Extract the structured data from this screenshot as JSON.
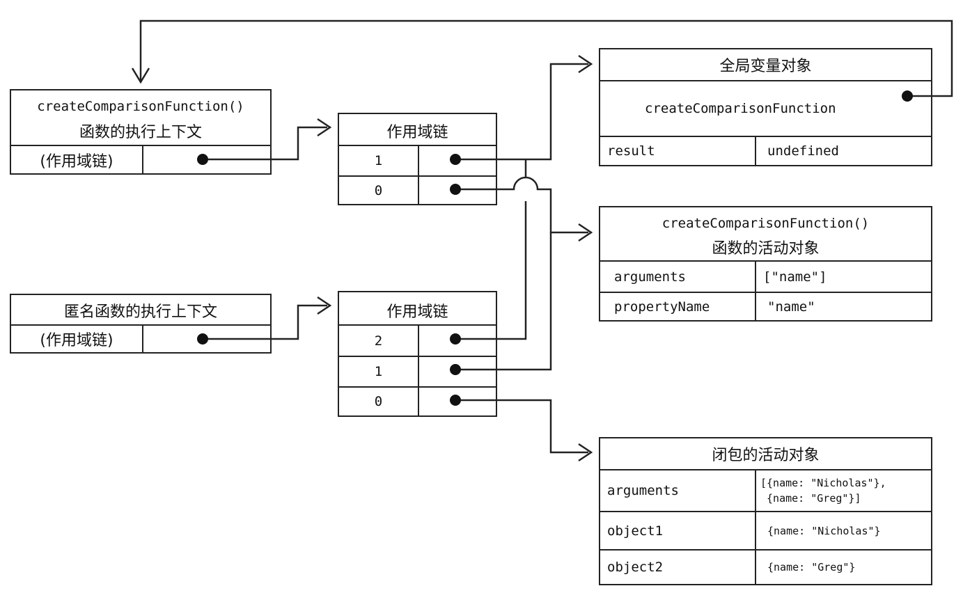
{
  "ctx1": {
    "title_func": "createComparisonFunction()",
    "title_cn": "函数的执行上下文",
    "scope_label": "(作用域链)"
  },
  "ctx2": {
    "title_cn": "匿名函数的执行上下文",
    "scope_label": "(作用域链)"
  },
  "chain1": {
    "title": "作用域链",
    "rows": [
      "1",
      "0"
    ]
  },
  "chain2": {
    "title": "作用域链",
    "rows": [
      "2",
      "1",
      "0"
    ]
  },
  "global": {
    "title": "全局变量对象",
    "func_name": "createComparisonFunction",
    "rows": [
      {
        "key": "result",
        "value": "undefined"
      }
    ]
  },
  "activation": {
    "title_func": "createComparisonFunction()",
    "title_cn": "函数的活动对象",
    "rows": [
      {
        "key": "arguments",
        "value": "[\"name\"]"
      },
      {
        "key": "propertyName",
        "value": "\"name\""
      }
    ]
  },
  "closure": {
    "title": "闭包的活动对象",
    "rows": [
      {
        "key": "arguments",
        "value_line1": "[{name: \"Nicholas\"},",
        "value_line2": " {name: \"Greg\"}]"
      },
      {
        "key": "object1",
        "value": "{name: \"Nicholas\"}"
      },
      {
        "key": "object2",
        "value": "{name: \"Greg\"}"
      }
    ]
  },
  "colors": {
    "line": "#222222",
    "background": "#ffffff"
  }
}
